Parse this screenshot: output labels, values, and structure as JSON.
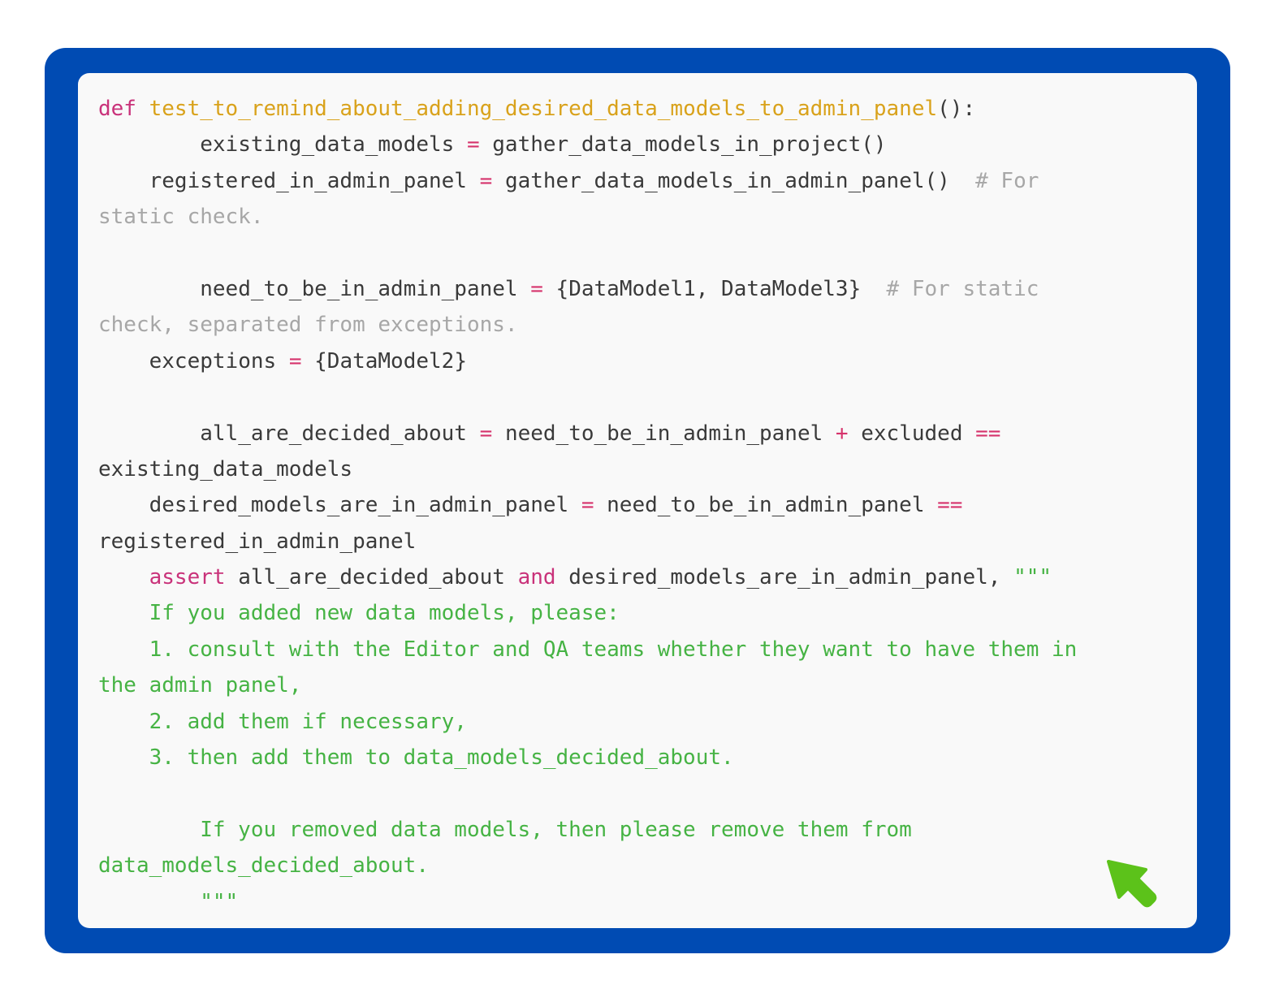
{
  "code": {
    "l01": {
      "kw": "def",
      "sp": " ",
      "fn": "test_to_remind_about_adding_desired_data_models_to_admin_panel",
      "rest": "():"
    },
    "l02": {
      "indent": "        ",
      "a": "existing_data_models",
      "op": " = ",
      "b": "gather_data_models_in_project()"
    },
    "l03": {
      "indent": "    ",
      "a": "registered_in_admin_panel",
      "op": " = ",
      "b": "gather_data_models_in_admin_panel()",
      "cm": "  # For"
    },
    "l04": {
      "cm": "static check."
    },
    "l05": {
      "text": ""
    },
    "l06": {
      "indent": "        ",
      "a": "need_to_be_in_admin_panel",
      "op": " = ",
      "b": "{DataModel1, DataModel3}",
      "cm": "  # For static"
    },
    "l07": {
      "cm": "check, separated from exceptions."
    },
    "l08": {
      "indent": "    ",
      "a": "exceptions",
      "op": " = ",
      "b": "{DataModel2}"
    },
    "l09": {
      "text": ""
    },
    "l10": {
      "indent": "        ",
      "a": "all_are_decided_about",
      "op": " = ",
      "b": "need_to_be_in_admin_panel",
      "op2": " + ",
      "c": "excluded",
      "op3": " =="
    },
    "l11": {
      "a": "existing_data_models"
    },
    "l12": {
      "indent": "    ",
      "a": "desired_models_are_in_admin_panel",
      "op": " = ",
      "b": "need_to_be_in_admin_panel",
      "op2": " =="
    },
    "l13": {
      "a": "registered_in_admin_panel"
    },
    "l14": {
      "indent": "    ",
      "kw": "assert",
      "a": " all_are_decided_about ",
      "kw2": "and",
      "b": " desired_models_are_in_admin_panel, ",
      "st": "\"\"\""
    },
    "l15": {
      "st": "    If you added new data models, please:"
    },
    "l16": {
      "st": "    1. consult with the Editor and QA teams whether they want to have them in"
    },
    "l17": {
      "st": "the admin panel,"
    },
    "l18": {
      "st": "    2. add them if necessary,"
    },
    "l19": {
      "st": "    3. then add them to data_models_decided_about."
    },
    "l20": {
      "text": ""
    },
    "l21": {
      "st": "        If you removed data models, then please remove them from"
    },
    "l22": {
      "st": "data_models_decided_about."
    },
    "l23": {
      "st": "        \"\"\""
    }
  },
  "colors": {
    "frame": "#004BB3",
    "card": "#F9F9F9",
    "keyword": "#C9327A",
    "function": "#D9A21B",
    "operator": "#D6336C",
    "comment": "#A7A7A7",
    "string": "#46B344",
    "cursor": "#5CC21A"
  },
  "icons": {
    "cursor": "arrow-cursor-icon"
  }
}
